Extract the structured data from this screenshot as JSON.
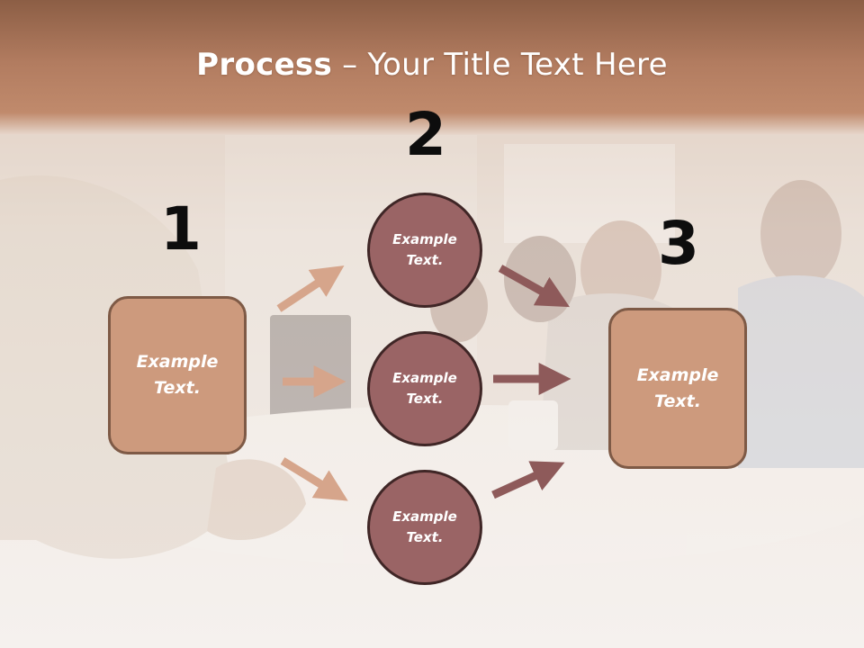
{
  "slide": {
    "title_bold": "Process",
    "title_rest": " – Your Title Text Here"
  },
  "steps": {
    "one": {
      "number": "1",
      "label": "Example Text."
    },
    "two": {
      "number": "2"
    },
    "three": {
      "number": "3",
      "label": "Example Text."
    }
  },
  "circles": [
    {
      "label": "Example Text."
    },
    {
      "label": "Example Text."
    },
    {
      "label": "Example Text."
    }
  ],
  "colors": {
    "box_fill": "#cd9a7d",
    "box_border": "#7e5a46",
    "circle_fill": "#9a6465",
    "circle_border": "#3f2626",
    "arrow_light": "#d6a58b",
    "arrow_dark": "#8e5a5a",
    "header": "#b27c60"
  }
}
